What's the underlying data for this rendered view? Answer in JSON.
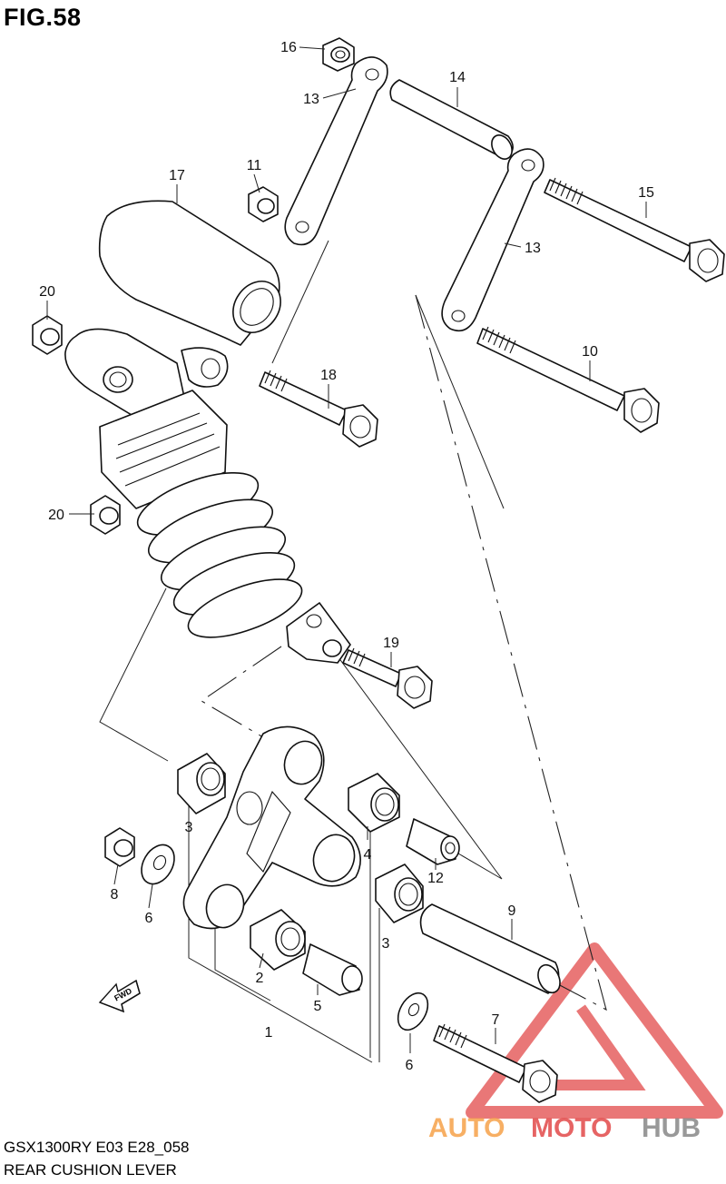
{
  "figure_title": "FIG.58",
  "footer": {
    "model_code": "GSX1300RY E03 E28_058",
    "assembly_name": "REAR CUSHION LEVER"
  },
  "fwd_label": "FWD",
  "watermark": {
    "part1": "AUTO",
    "part2": "MOTO",
    "part3": "HUB",
    "colors": {
      "auto": "#f6a24a",
      "moto": "#e24a4a",
      "hub": "#888888",
      "triangle": "#e24a4a"
    }
  },
  "callouts": {
    "c16": "16",
    "c13a": "13",
    "c14": "14",
    "c11": "11",
    "c17": "17",
    "c15": "15",
    "c13b": "13",
    "c20a": "20",
    "c18": "18",
    "c10": "10",
    "c20b": "20",
    "c19": "19",
    "c3a": "3",
    "c4": "4",
    "c12": "12",
    "c8": "8",
    "c6a": "6",
    "c9": "9",
    "c3b": "3",
    "c2": "2",
    "c5": "5",
    "c1": "1",
    "c7": "7",
    "c6b": "6"
  }
}
